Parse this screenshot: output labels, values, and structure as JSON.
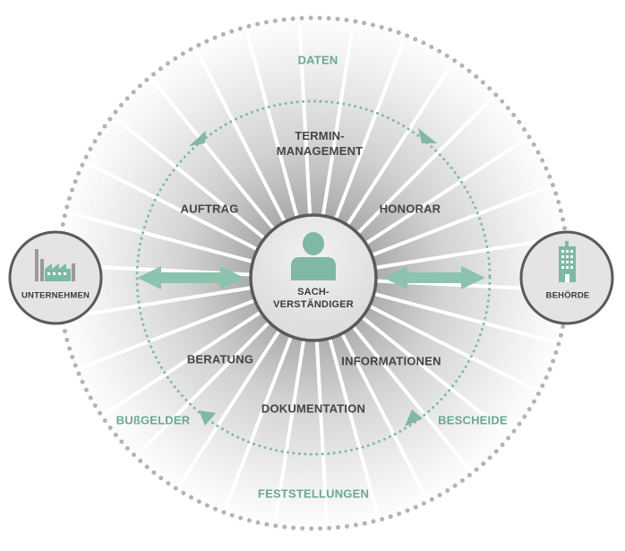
{
  "inner_labels": {
    "termin_line1": "TERMIN-",
    "termin_line2": "MANAGEMENT",
    "auftrag": "AUFTRAG",
    "honorar": "HONORAR",
    "beratung": "BERATUNG",
    "informationen": "INFORMATIONEN",
    "dokumentation": "DOKUMENTATION"
  },
  "outer_labels": {
    "daten": "DATEN",
    "bussgelder": "BUßGELDER",
    "bescheide": "BESCHEIDE",
    "feststellungen": "FESTSTELLUNGEN"
  },
  "nodes": {
    "left": {
      "label": "UNTERNEHMEN",
      "icon": "factory-icon"
    },
    "right": {
      "label": "BEHÖRDE",
      "icon": "office-building-icon"
    },
    "center": {
      "line1": "SACH-",
      "line2": "VERSTÄNDIGER",
      "icon": "person-icon"
    }
  },
  "colors": {
    "accent": "#7fb8a3",
    "accent_text": "#6aa894",
    "outer_dots": "#b3b3b3",
    "node_border": "#5a5a5a",
    "node_fill": "#e4e4e4",
    "label_text": "#444444"
  }
}
